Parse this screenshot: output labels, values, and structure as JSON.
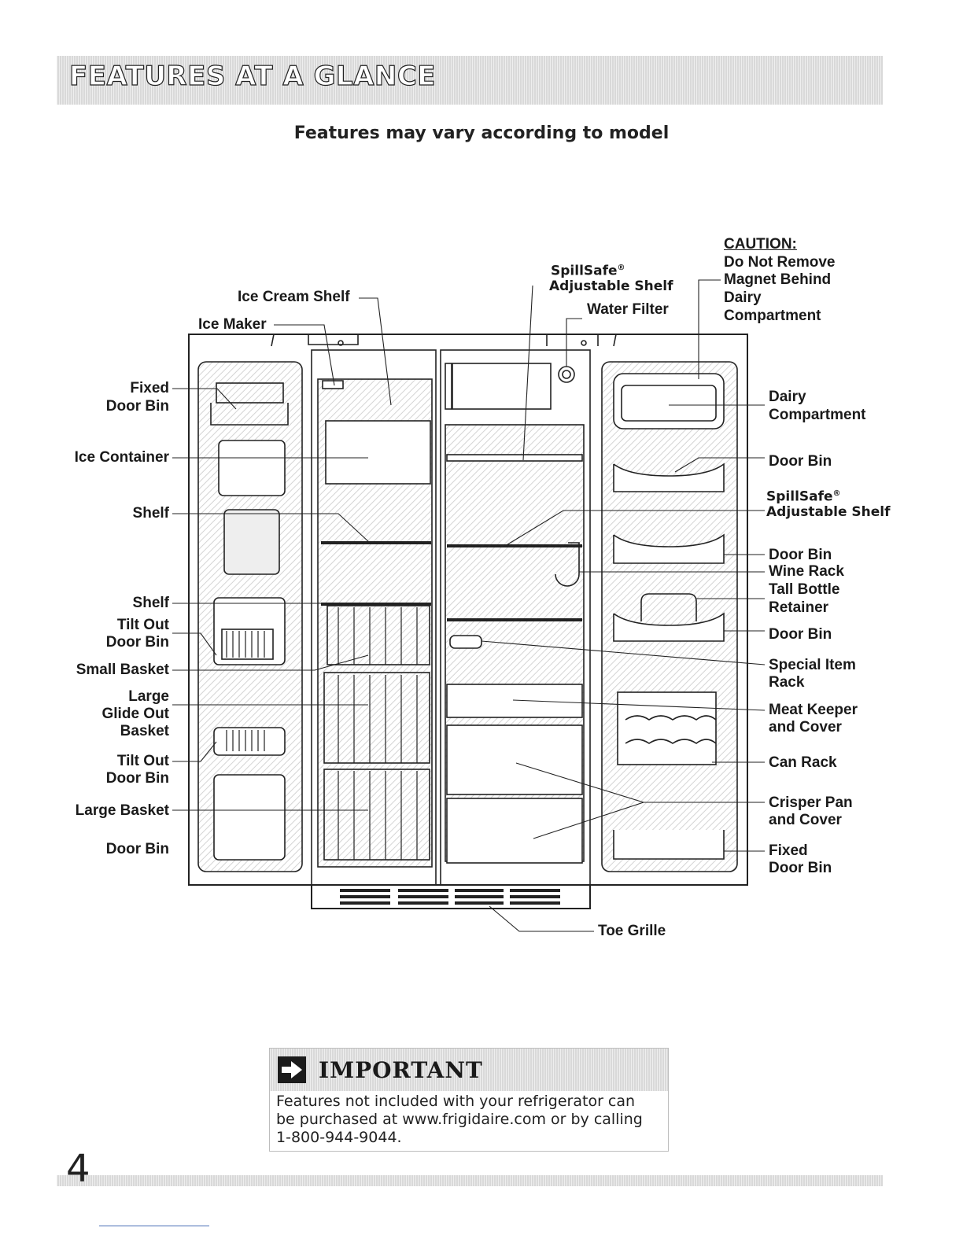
{
  "header": {
    "title": "FEATURES AT A GLANCE"
  },
  "subtitle": "Features may vary according to model",
  "labels": {
    "ice_cream_shelf": "Ice Cream Shelf",
    "ice_maker": "Ice Maker",
    "spillsafe_top_1": "SpillSafe",
    "spillsafe_top_2": "Adjustable Shelf",
    "water_filter": "Water Filter",
    "caution_title": "CAUTION:",
    "caution_1": "Do Not Remove",
    "caution_2": "Magnet Behind",
    "caution_3": "Dairy",
    "caution_4": "Compartment",
    "fixed_door_bin_1": "Fixed",
    "fixed_door_bin_2": "Door Bin",
    "ice_container": "Ice Container",
    "shelf_1": "Shelf",
    "shelf_2": "Shelf",
    "tilt_out_1a": "Tilt Out",
    "tilt_out_1b": "Door Bin",
    "small_basket": "Small Basket",
    "large_glide_1": "Large",
    "large_glide_2": "Glide Out",
    "large_glide_3": "Basket",
    "tilt_out_2a": "Tilt Out",
    "tilt_out_2b": "Door Bin",
    "large_basket": "Large Basket",
    "door_bin_left": "Door Bin",
    "dairy_1": "Dairy",
    "dairy_2": "Compartment",
    "door_bin_r1": "Door Bin",
    "spillsafe_right_1": "SpillSafe",
    "spillsafe_right_2": "Adjustable Shelf",
    "door_bin_r2": "Door Bin",
    "wine_rack": "Wine Rack",
    "tall_bottle_1": "Tall Bottle",
    "tall_bottle_2": "Retainer",
    "door_bin_r3": "Door Bin",
    "special_item_1": "Special Item",
    "special_item_2": "Rack",
    "meat_keeper_1": "Meat Keeper",
    "meat_keeper_2": "and Cover",
    "can_rack": "Can Rack",
    "crisper_1": "Crisper Pan",
    "crisper_2": "and Cover",
    "fixed_door_bin_r1": "Fixed",
    "fixed_door_bin_r2": "Door Bin",
    "toe_grille": "Toe Grille",
    "registered_mark": "®"
  },
  "important": {
    "title": "IMPORTANT",
    "text": "Features not included with your refrigerator can be purchased at www.frigidaire.com or by calling 1-800-944-9044."
  },
  "page_number": "4"
}
